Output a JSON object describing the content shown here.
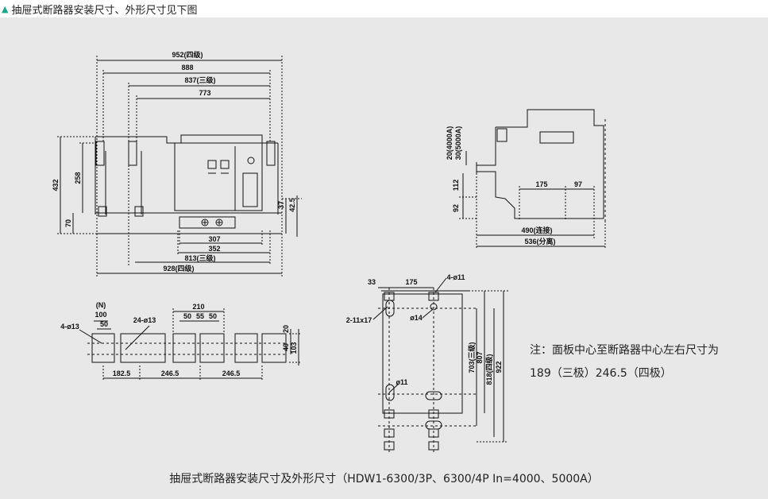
{
  "header": {
    "title": "抽屉式断路器安装尺寸、外形尺寸见下图"
  },
  "front_view": {
    "top_dims": [
      "952(四级)",
      "888",
      "837(三级)",
      "773"
    ],
    "left_dims": [
      "432",
      "258",
      "70"
    ],
    "right_dims": [
      "37",
      "42.5"
    ],
    "bottom_dims": [
      "307",
      "352",
      "813(三级)",
      "928(四级)"
    ]
  },
  "side_view": {
    "vertical_dims": [
      "20(4000A)",
      "30(5000A)",
      "112",
      "92"
    ],
    "horizontal_dims": [
      "175",
      "97",
      "490(连接)",
      "536(分离)"
    ]
  },
  "busbar_view": {
    "labels": [
      "(N)",
      "100",
      "50",
      "4-ø13",
      "24-ø13",
      "210",
      "50",
      "55",
      "50",
      "20",
      "40",
      "103"
    ],
    "bottom_dims": [
      "182.5",
      "246.5",
      "246.5"
    ]
  },
  "mounting_view": {
    "labels": [
      "33",
      "175",
      "4-ø11",
      "2-11x17",
      "ø14",
      "ø11"
    ],
    "vertical_dims": [
      "703(三级)",
      "807",
      "818(四级)",
      "922"
    ]
  },
  "note": {
    "line1": "注：面板中心至断路器中心左右尺寸为",
    "line2": "189（三极）246.5（四极）"
  },
  "caption": "抽屉式断路器安装尺寸及外形尺寸（HDW1-6300/3P、6300/4P In=4000、5000A）"
}
